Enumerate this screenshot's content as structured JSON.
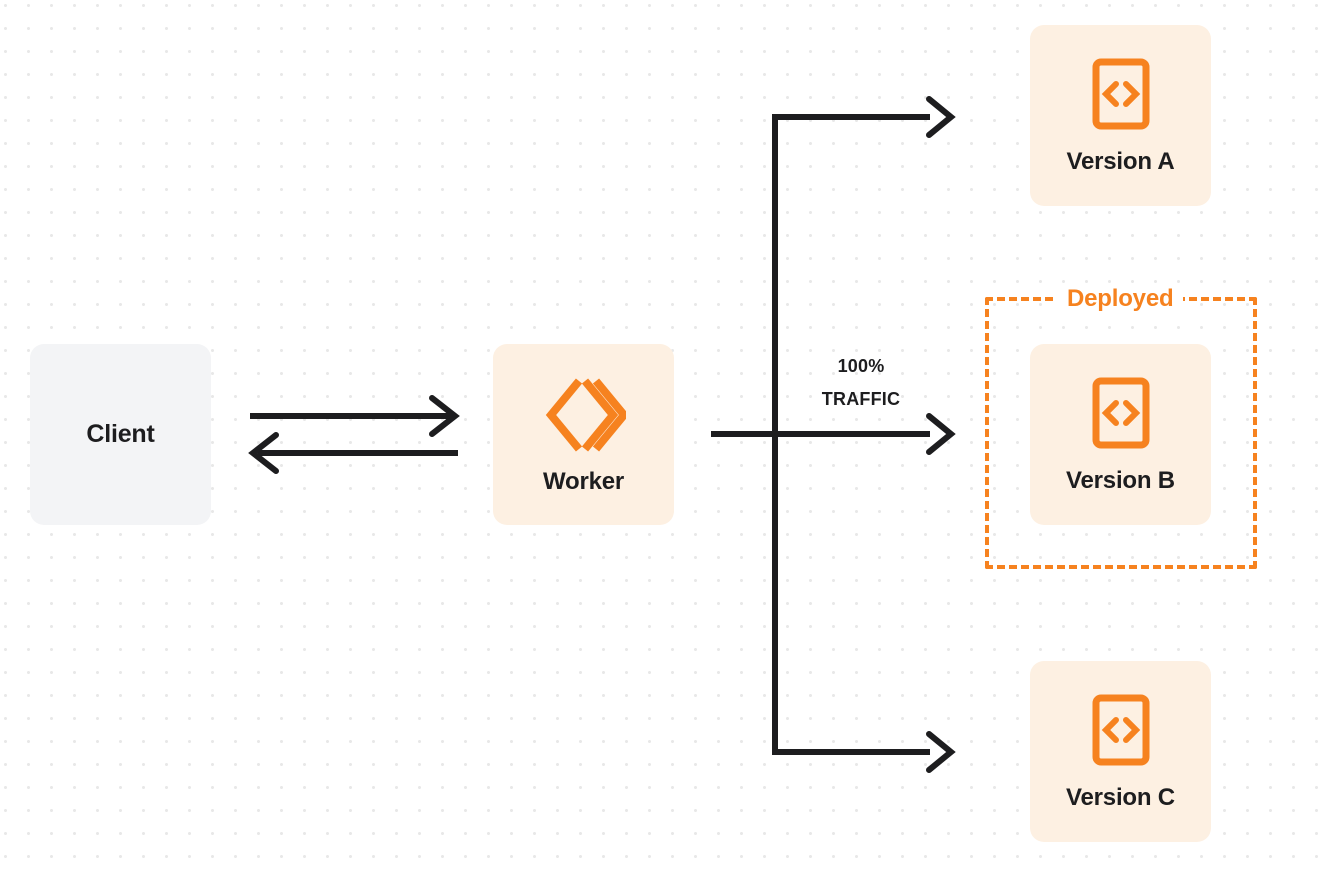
{
  "diagram": {
    "title": "Worker traffic routing to versions",
    "colors": {
      "accent_orange": "#f6821f",
      "node_fill_orange": "#fdf0e2",
      "node_fill_gray": "#f3f4f6",
      "text_dark": "#1d1d1f",
      "connector": "#1d1d1f",
      "background": "#ffffff",
      "grid_dot": "#e8e8e8"
    },
    "nodes": {
      "client": {
        "label": "Client",
        "icon": ""
      },
      "worker": {
        "label": "Worker",
        "icon": "cloudflare-workers-logo-icon"
      },
      "version_a": {
        "label": "Version A",
        "icon": "code-brackets-icon"
      },
      "version_b": {
        "label": "Version B",
        "icon": "code-brackets-icon"
      },
      "version_c": {
        "label": "Version C",
        "icon": "code-brackets-icon"
      }
    },
    "groups": {
      "deployed": {
        "label": "Deployed"
      }
    },
    "edges": {
      "traffic": {
        "percent": "100%",
        "unit": "TRAFFIC"
      }
    }
  }
}
